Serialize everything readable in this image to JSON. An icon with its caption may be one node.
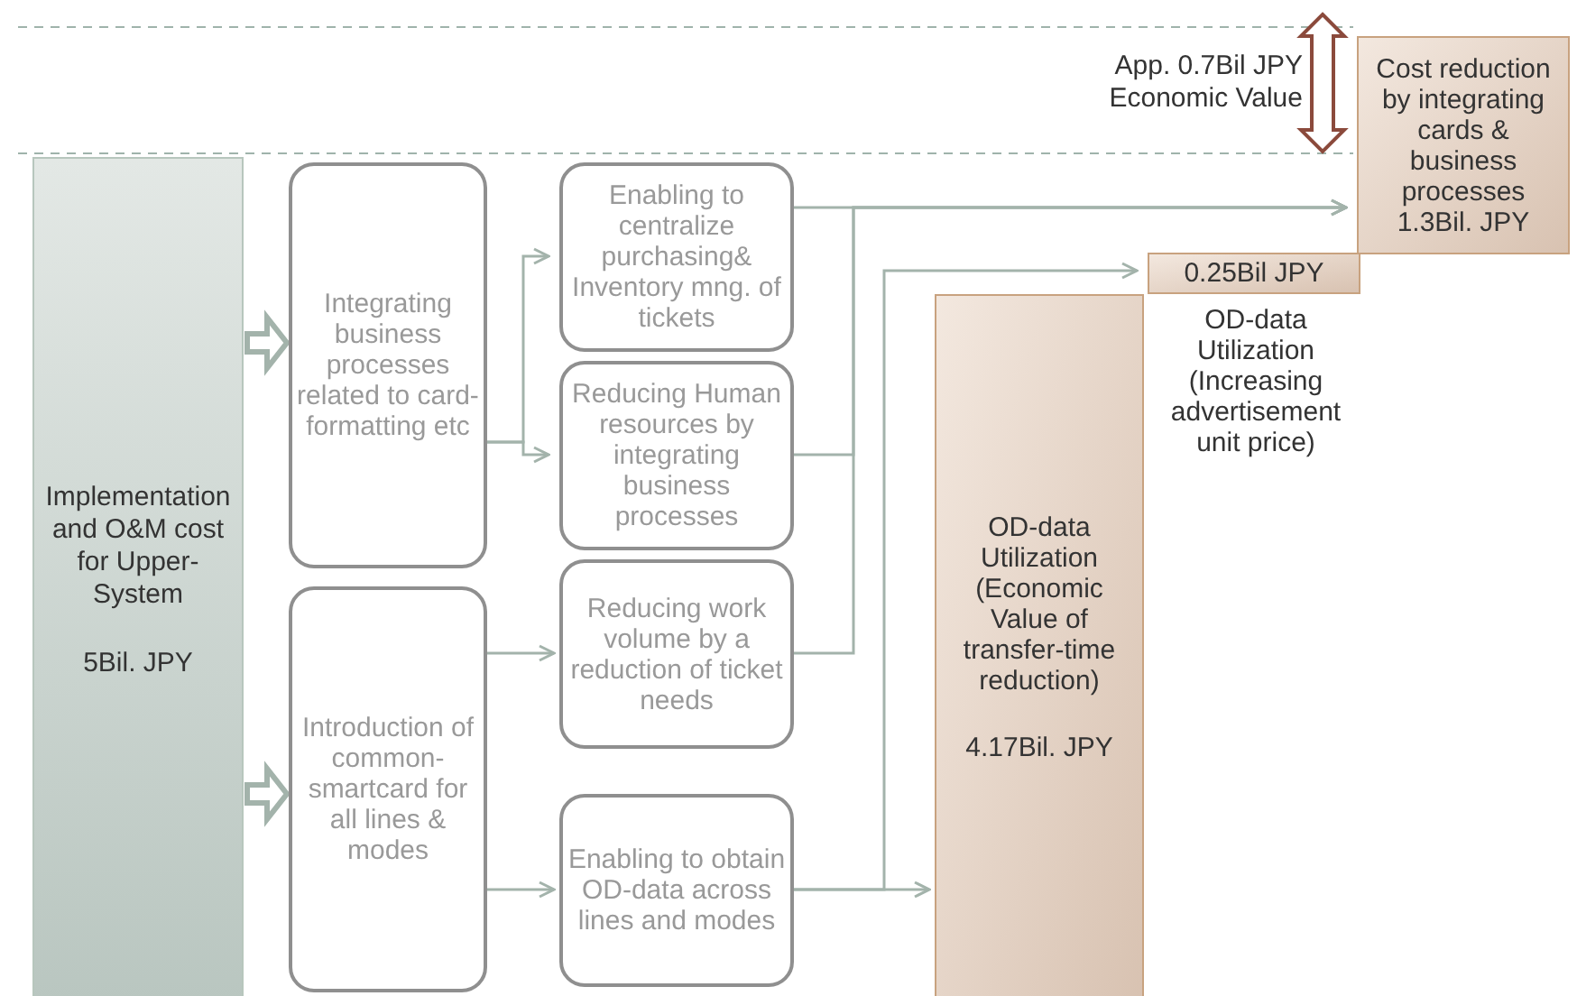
{
  "diagram": {
    "nodes": [
      {
        "text": [
          "Implementation and O&M cost for Upper-System",
          "5Bil. JPY"
        ]
      },
      {
        "text": [
          "Integrating business processes related to card-formatting etc"
        ]
      },
      {
        "text": [
          "Introduction of common-smartcard for all lines & modes"
        ]
      },
      {
        "text": [
          "Enabling to centralize purchasing& Inventory mng. of tickets"
        ]
      },
      {
        "text": [
          "Reducing Human resources by integrating business processes"
        ]
      },
      {
        "text": [
          "Reducing work volume by a reduction of ticket needs"
        ]
      },
      {
        "text": [
          "Enabling to obtain OD-data across lines and modes"
        ]
      },
      {
        "text": [
          "OD-data Utilization (Economic Value of transfer-time reduction)",
          "4.17Bil. JPY"
        ]
      },
      {
        "text": [
          "0.25Bil JPY"
        ],
        "beside": [
          "OD-data Utilization (Increasing advertisement unit price)"
        ]
      },
      {
        "text": [
          "Cost reduction by integrating cards & business processes",
          "1.3Bil. JPY"
        ]
      }
    ],
    "edges": [
      {
        "from": 0,
        "to": 1,
        "arrow": "to",
        "style": "thick"
      },
      {
        "from": 0,
        "to": 2,
        "arrow": "to",
        "style": "thick"
      },
      {
        "from": 1,
        "to": 3,
        "arrow": "to"
      },
      {
        "from": 1,
        "to": 4,
        "arrow": "to"
      },
      {
        "from": 2,
        "to": 5,
        "arrow": "to"
      },
      {
        "from": 2,
        "to": 6,
        "arrow": "to"
      },
      {
        "from": 3,
        "to": 9,
        "arrow": "to"
      },
      {
        "from": 4,
        "to": 9,
        "arrow": "to"
      },
      {
        "from": 5,
        "to": 9,
        "arrow": "to"
      },
      {
        "from": 6,
        "to": 7,
        "arrow": "to"
      },
      {
        "from": 6,
        "to": 8,
        "arrow": "to"
      }
    ],
    "labels": [
      "App. 0.7Bil JPY Economic Value"
    ]
  }
}
